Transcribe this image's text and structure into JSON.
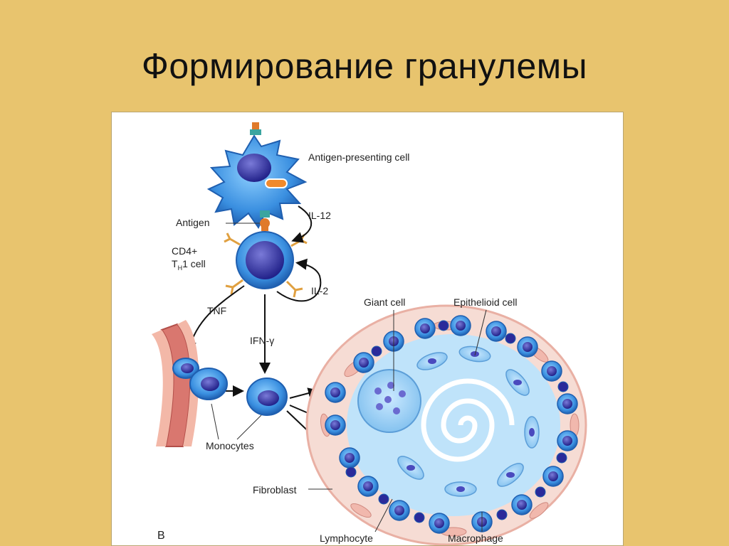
{
  "slide": {
    "title": "Формирование гранулемы"
  },
  "figure": {
    "panel_letter": "B",
    "labels": {
      "apc": "Antigen-presenting cell",
      "antigen": "Antigen",
      "cd4_line1": "CD4+",
      "cd4_t": "T",
      "cd4_sub": "H",
      "cd4_rest": "1 cell",
      "il12": "IL-12",
      "il2": "IL-2",
      "tnf": "TNF",
      "ifn": "IFN-γ",
      "giant": "Giant cell",
      "epithelioid": "Epithelioid cell",
      "monocytes": "Monocytes",
      "fibroblast": "Fibroblast",
      "lymphocyte": "Lymphocyte",
      "macrophage": "Macrophage"
    },
    "colors": {
      "cell_blue": "#3a8fe0",
      "nucleus": "#2b2b9e",
      "epithelioid": "#8ec8f0",
      "fibroblast": "#f1b8ad",
      "vessel": "#d9776f",
      "receptor_orange": "#e0a040"
    }
  }
}
